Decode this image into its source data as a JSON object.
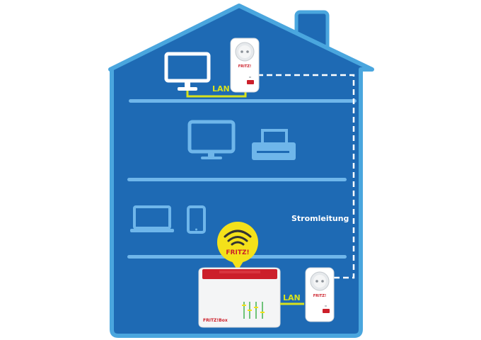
{
  "labels": {
    "lan_top": "LAN",
    "lan_bottom": "LAN",
    "powerline": "Stromleitung",
    "fritz_badge": "FRITZ!",
    "adapter_brand": "FRITZ!",
    "router_brand": "FRITZ!Box"
  },
  "colors": {
    "house_fill": "#1e6ab4",
    "house_outline": "#4aa6de",
    "device_outline": "#6fb6ea",
    "lan_cable": "#d8e21c",
    "badge": "#f4e11a",
    "router_red": "#cc1f2a",
    "white": "#ffffff"
  },
  "icons": [
    "monitor-icon",
    "printer-icon",
    "laptop-icon",
    "tablet-icon",
    "wifi-icon",
    "router-icon",
    "powerline-adapter-icon"
  ]
}
